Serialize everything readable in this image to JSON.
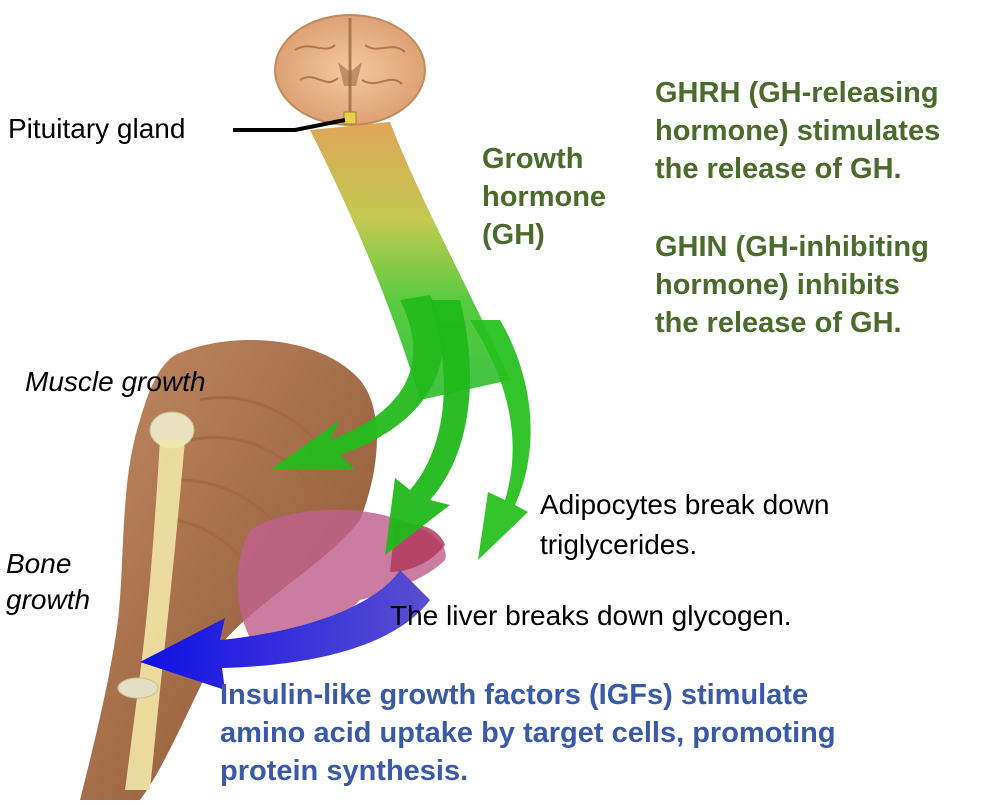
{
  "labels": {
    "pituitary": "Pituitary gland",
    "gh": [
      "Growth",
      "hormone",
      "(GH)"
    ],
    "ghrh": [
      "GHRH (GH-releasing",
      "hormone) stimulates",
      "the release of GH."
    ],
    "ghin": [
      "GHIN (GH-inhibiting",
      "hormone) inhibits",
      "the release of GH."
    ],
    "muscle": "Muscle growth",
    "bone": [
      "Bone",
      "growth"
    ],
    "adipocytes": [
      "Adipocytes break down",
      "triglycerides."
    ],
    "liver": "The liver breaks down glycogen.",
    "igf": [
      "Insulin-like growth factors (IGFs) stimulate",
      "amino acid uptake by target cells, promoting",
      "protein synthesis."
    ]
  },
  "colors": {
    "green_text": "#4a6b2c",
    "blue_text": "#3a5aa8",
    "arrow_top": "#d89a3a",
    "arrow_green": "#22bb22",
    "arrow_blue": "#1a1ae0"
  },
  "icons": [
    "brain-icon",
    "arm-muscle-illustration",
    "liver-illustration",
    "bone-illustration"
  ]
}
